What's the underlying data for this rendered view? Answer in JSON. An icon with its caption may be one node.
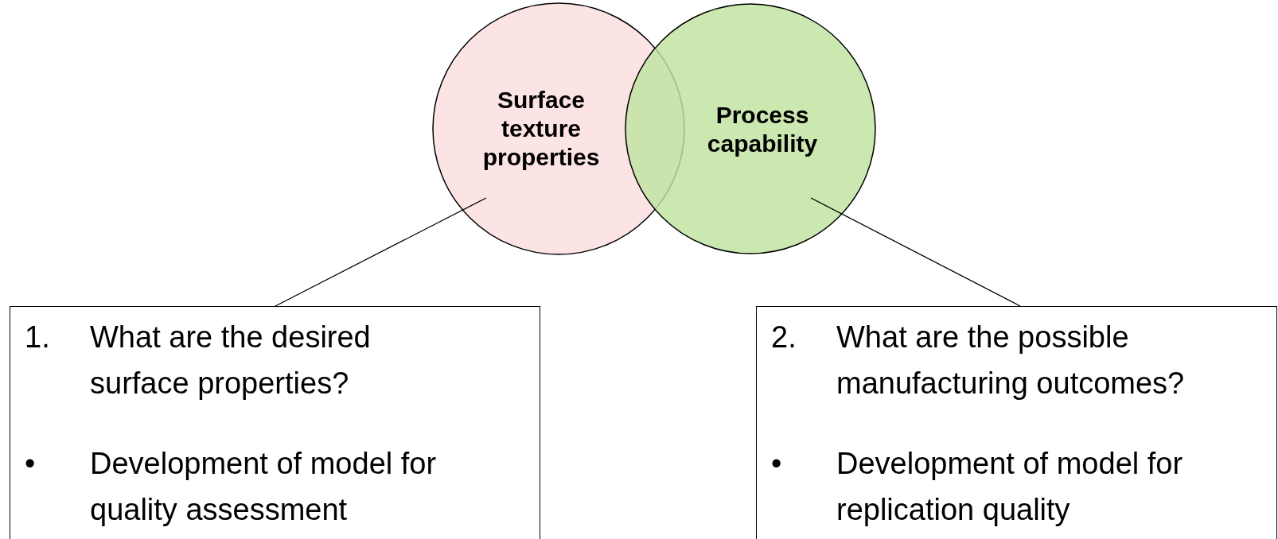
{
  "diagram": {
    "nodes": [
      {
        "text": [
          "Surface texture properties"
        ]
      },
      {
        "text": [
          "Process capability"
        ]
      },
      {
        "text": [
          "1.",
          "What are the desired surface properties?",
          "•",
          "Development of model for quality assessment"
        ]
      },
      {
        "text": [
          "2.",
          "What are the possible manufacturing outcomes?",
          "•",
          "Development of model for replication quality"
        ]
      }
    ],
    "edges": [
      {
        "from": 0,
        "to": 2,
        "arrow": "none"
      },
      {
        "from": 1,
        "to": 3,
        "arrow": "none"
      }
    ]
  }
}
